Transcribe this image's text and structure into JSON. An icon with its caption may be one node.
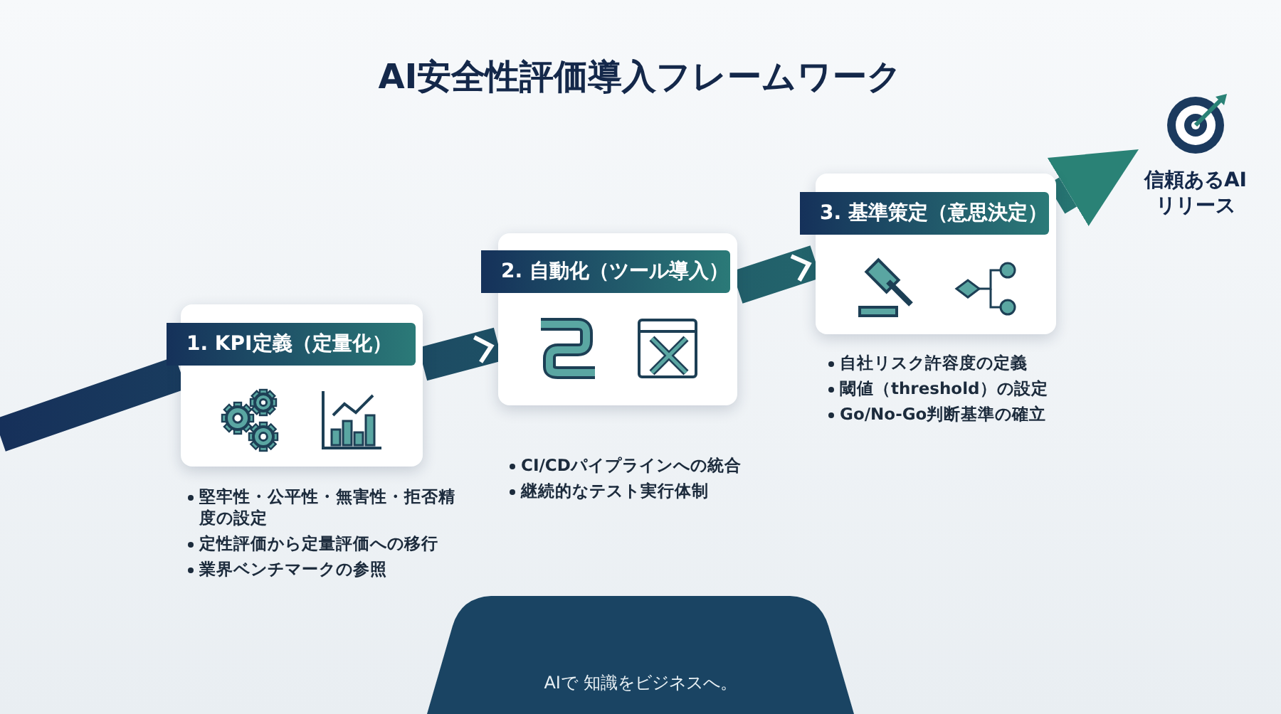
{
  "diagram": {
    "title": "AI安全性評価導入フレームワーク",
    "nodes": [
      {
        "text": [
          "1. KPI定義（定量化）"
        ],
        "beside": [
          "堅牢性・公平性・無害性・拒否精度の設定",
          "定性評価から定量評価への移行",
          "業界ベンチマークの参照"
        ]
      },
      {
        "text": [
          "2. 自動化（ツール導入）"
        ],
        "beside": [
          "CI/CDパイプラインへの統合",
          "継続的なテスト実行体制"
        ]
      },
      {
        "text": [
          "3. 基準策定（意思決定）"
        ],
        "beside": [
          "自社リスク許容度の定義",
          "閾値（threshold）の設定",
          "Go/No-Go判断基準の確立"
        ]
      },
      {
        "text": [
          "信頼あるAIリリース"
        ]
      }
    ],
    "edges": [
      {
        "from": null,
        "to": 0,
        "arrow": "none"
      },
      {
        "from": 0,
        "to": 1,
        "arrow": "to"
      },
      {
        "from": 1,
        "to": 2,
        "arrow": "to"
      },
      {
        "from": 2,
        "to": 3,
        "arrow": "to"
      }
    ],
    "labels": [
      "AIで 知識をビジネスへ。"
    ]
  }
}
